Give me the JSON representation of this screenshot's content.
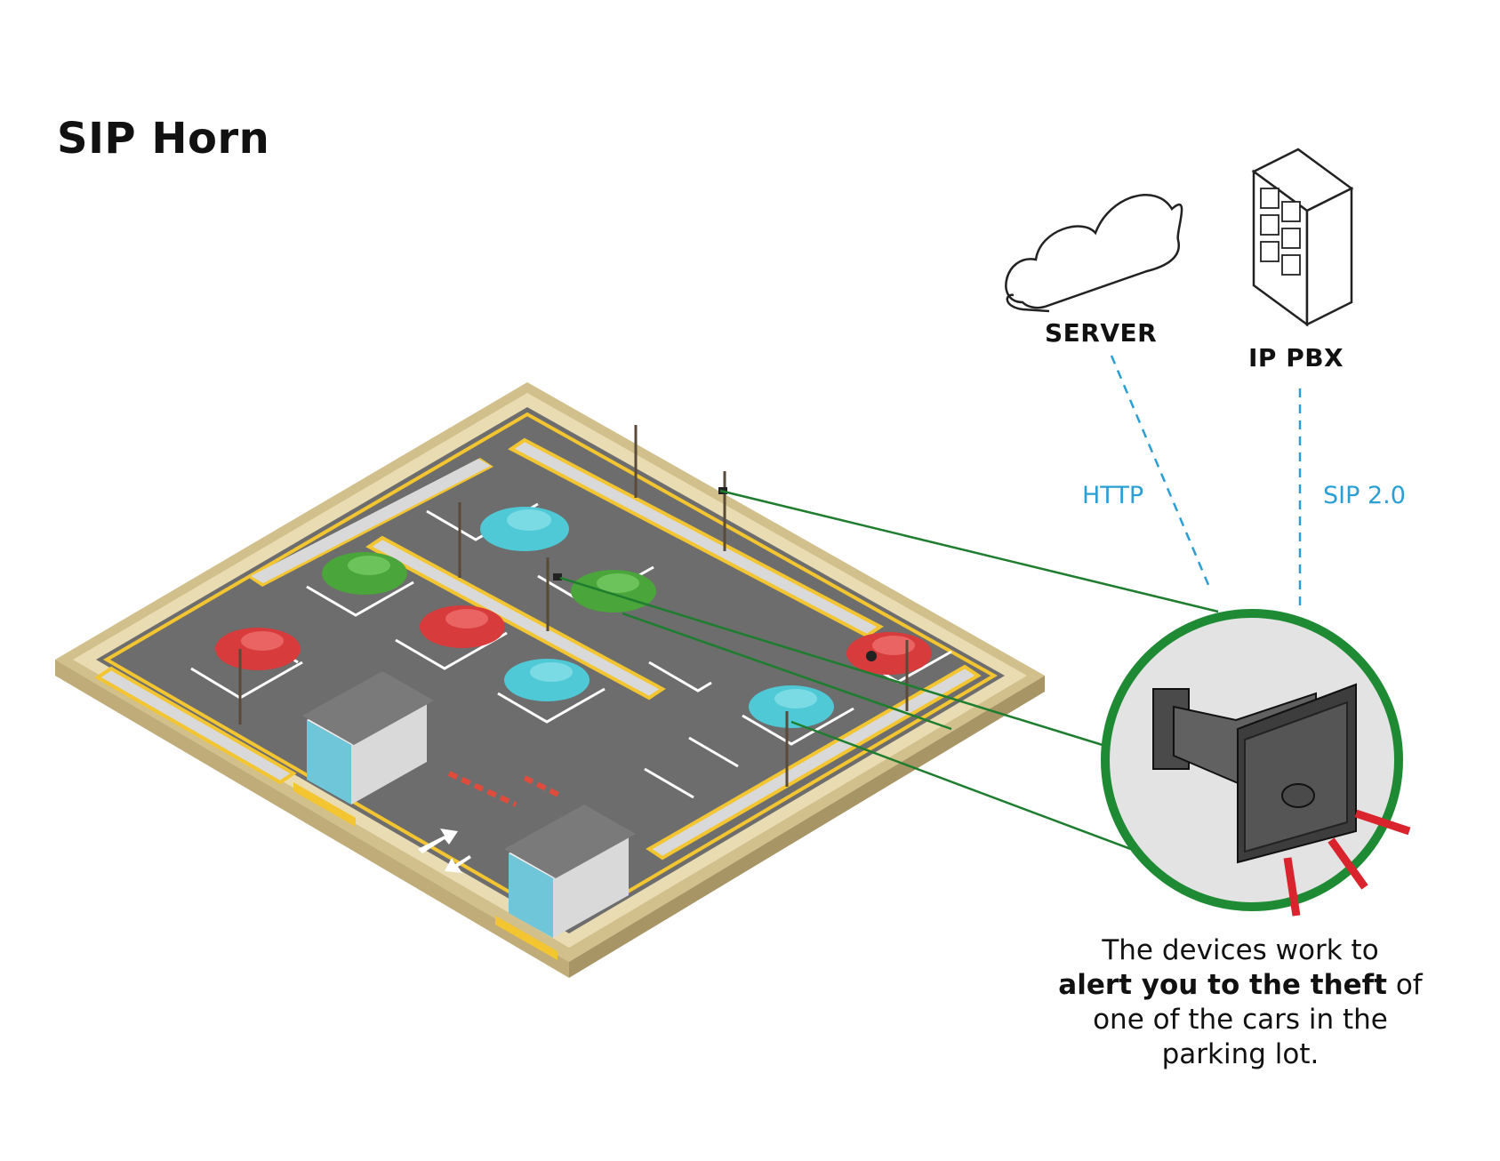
{
  "title": "SIP Horn",
  "nodes": {
    "server": "SERVER",
    "ippbx": "IP PBX"
  },
  "protocols": {
    "http": "HTTP",
    "sip": "SIP 2.0"
  },
  "caption": {
    "line1": "The devices work to",
    "bold": "alert you to the theft",
    "after_bold": " of",
    "line3": "one of the cars in the",
    "line4": "parking lot."
  },
  "colors": {
    "link_line": "#1e7d2e",
    "dashed_link": "#2a9fd6",
    "callout_ring": "#1e8a34",
    "alert_marks": "#d9232d",
    "asphalt": "#6a6a6a",
    "wall": "#e6d6a8",
    "yellow_line": "#f2c531"
  },
  "icons": [
    "cloud-icon",
    "server-rack-icon",
    "horn-speaker-icon"
  ]
}
